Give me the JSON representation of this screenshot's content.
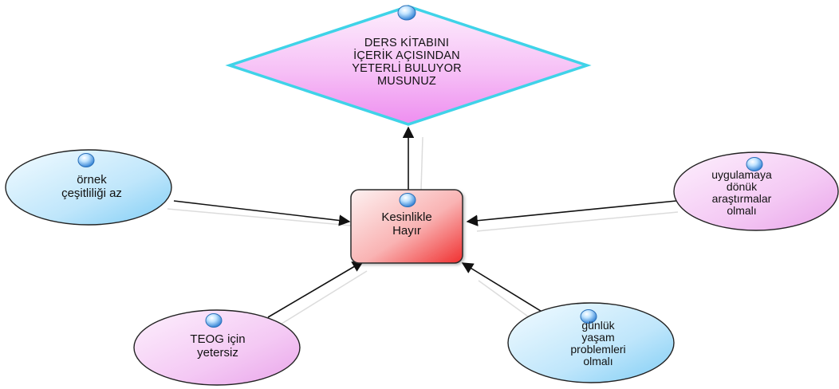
{
  "diagram": {
    "question": "DERS KİTABINI\nİÇERİK AÇISINDAN\nYETERLİ BULUYOR\nMUSUNUZ",
    "answer": "Kesinlikle\nHayır",
    "reasons": {
      "ornek": "örnek\nçeşitliliği az",
      "uygulama": "uygulamaya\ndönük\naraştırmalar\nolmalı",
      "teog": "TEOG için\nyetersiz",
      "gunluk": "günlük\nyaşam\nproblemleri\nolmalı"
    }
  },
  "colors": {
    "diamond_border": "#3fd3e8",
    "diamond_fill_light": "#fdeefd",
    "diamond_fill_dark": "#ee8ef0",
    "center_fill_light": "#fdf1f1",
    "center_fill_dark": "#f03030",
    "blue_fill_light": "#f2fbff",
    "blue_fill_dark": "#7fcdf5",
    "pink_fill_light": "#fdf0fd",
    "pink_fill_dark": "#e9a5ea",
    "connector": "#111111"
  }
}
